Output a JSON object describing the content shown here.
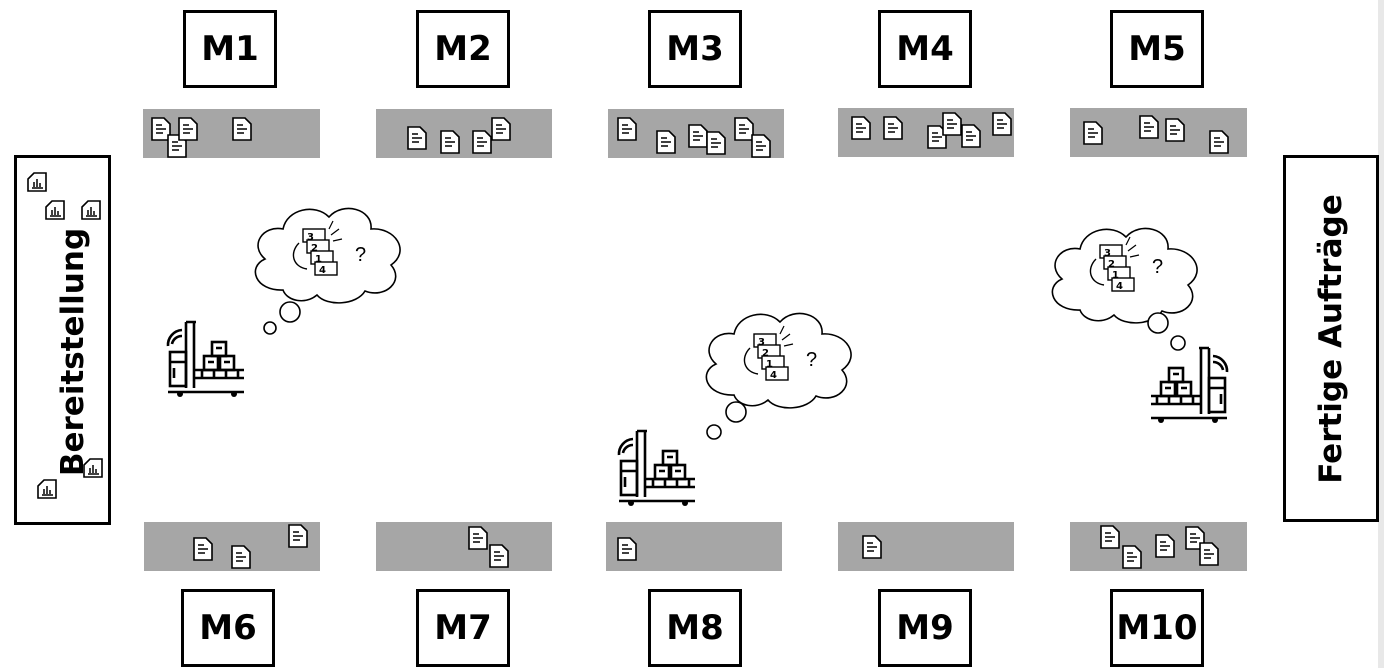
{
  "machines_top": [
    "M1",
    "M2",
    "M3",
    "M4",
    "M5"
  ],
  "machines_bottom": [
    "M6",
    "M7",
    "M8",
    "M9",
    "M10"
  ],
  "provisioning_label": "Bereitstellung",
  "finished_label": "Fertige Aufträge",
  "thought_bubbles": [
    {
      "question_mark": "?",
      "list_numbers": [
        "3",
        "2",
        "1",
        "4"
      ]
    },
    {
      "question_mark": "?",
      "list_numbers": [
        "3",
        "2",
        "1",
        "4"
      ]
    },
    {
      "question_mark": "?",
      "list_numbers": [
        "3",
        "2",
        "1",
        "4"
      ]
    }
  ],
  "colors": {
    "queue": "#a6a6a6",
    "stroke": "#000000",
    "background": "#ffffff"
  },
  "icons": {
    "order": "document-icon",
    "raw_material": "chart-document-icon",
    "vehicle": "agv-forklift-icon",
    "thought": "thought-cloud-icon"
  }
}
